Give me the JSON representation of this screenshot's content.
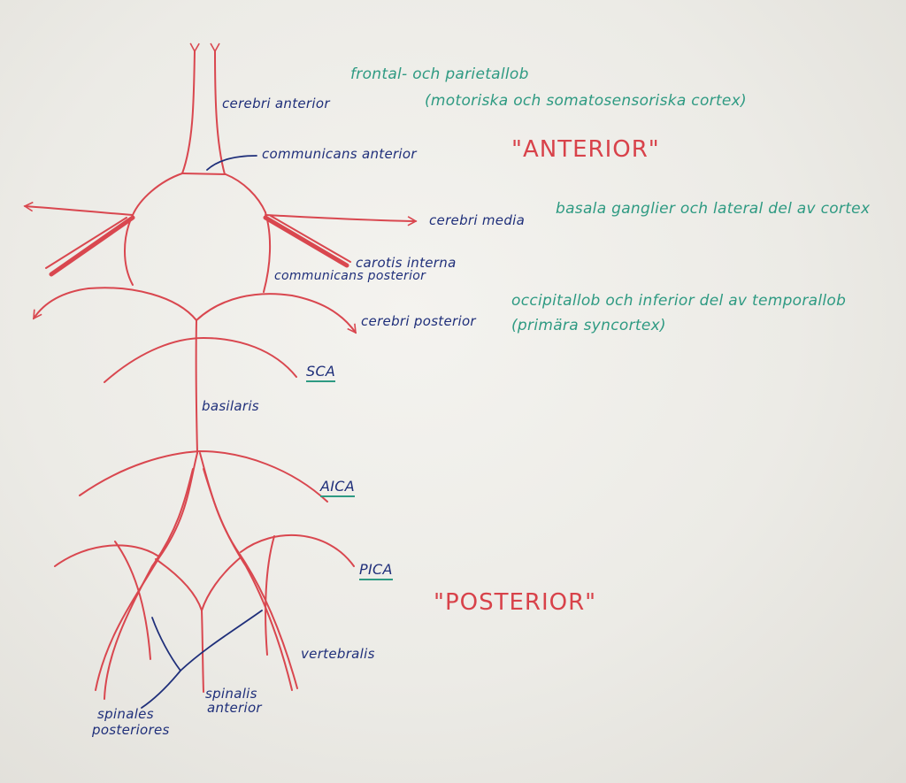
{
  "colors": {
    "artery": "#d9474f",
    "label_blue": "#1f2f7a",
    "label_green": "#2e9a82",
    "title_red": "#d8424a"
  },
  "labels": {
    "cerebri_anterior": "cerebri anterior",
    "communicans_anterior": "communicans anterior",
    "cerebri_media": "cerebri media",
    "carotis_interna": "carotis interna",
    "communicans_posterior": "communicans posterior",
    "cerebri_posterior": "cerebri posterior",
    "sca": "SCA",
    "basilaris": "basilaris",
    "aica": "AICA",
    "pica": "PICA",
    "vertebralis": "vertebralis",
    "spinalis_anterior_1": "spinalis",
    "spinalis_anterior_2": "anterior",
    "spinales_posteriores_1": "spinales",
    "spinales_posteriores_2": "posteriores"
  },
  "regions": {
    "frontal_line1": "frontal- och parietallob",
    "frontal_line2": "(motoriska och somatosensoriska cortex)",
    "media_region": "basala ganglier och lateral del av cortex",
    "posterior_line1": "occipitallob och inferior del av temporallob",
    "posterior_line2": "(primära syncortex)"
  },
  "titles": {
    "anterior": "\"ANTERIOR\"",
    "posterior": "\"POSTERIOR\""
  }
}
